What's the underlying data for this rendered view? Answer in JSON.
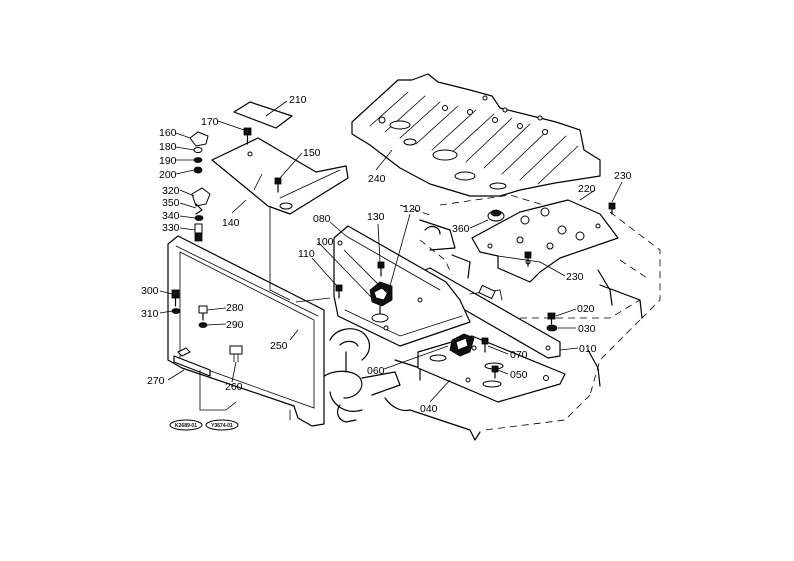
{
  "labels": {
    "p210": "210",
    "p170": "170",
    "p160": "160",
    "p180": "180",
    "p190": "190",
    "p200": "200",
    "p150": "150",
    "p140": "140",
    "p320": "320",
    "p350": "350",
    "p340": "340",
    "p330": "330",
    "p240": "240",
    "p230a": "230",
    "p220": "220",
    "p360": "360",
    "p080": "080",
    "p130": "130",
    "p120": "120",
    "p100": "100",
    "p110": "110",
    "p230b": "230",
    "p300": "300",
    "p310": "310",
    "p280": "280",
    "p290": "290",
    "p250": "250",
    "p270": "270",
    "p260": "260",
    "p020": "020",
    "p030": "030",
    "p010": "010",
    "p070": "070",
    "p060": "060",
    "p050": "050",
    "p040": "040"
  },
  "stamps": {
    "left": "K2689-01",
    "right": "Y3674-01"
  }
}
